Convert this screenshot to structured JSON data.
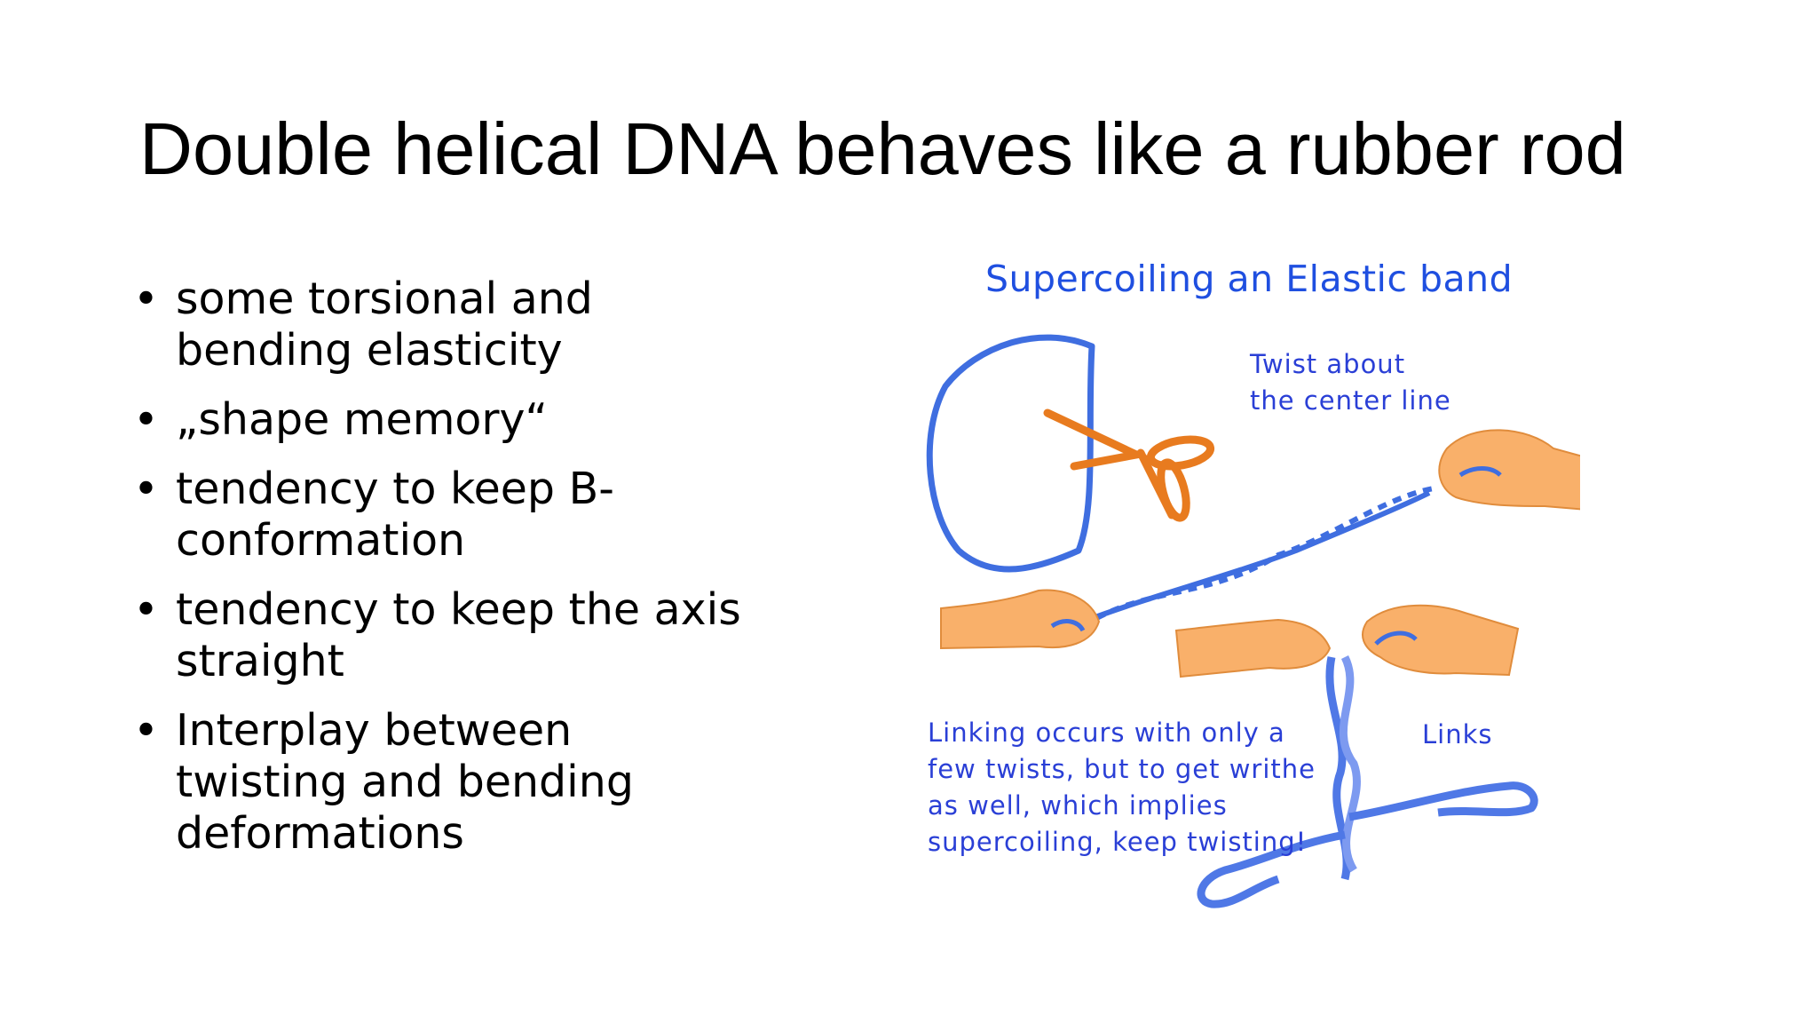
{
  "slide": {
    "title": "Double helical DNA behaves like a rubber rod",
    "bullets": [
      {
        "dot": "•",
        "lines": [
          "some torsional and",
          "bending elasticity"
        ]
      },
      {
        "dot": "•",
        "lines": [
          "„shape memory“"
        ]
      },
      {
        "dot": "•",
        "lines": [
          "tendency to keep B-",
          "conformation"
        ]
      },
      {
        "dot": "•",
        "lines": [
          "tendency to keep the axis",
          "straight"
        ]
      },
      {
        "dot": "•",
        "lines": [
          "Interplay between",
          "twisting and bending",
          "deformations"
        ]
      }
    ]
  },
  "figure": {
    "title": "Supercoiling an Elastic band",
    "twist_label": [
      "Twist about",
      "the center line"
    ],
    "linking_text": [
      "Linking occurs with only a",
      "few twists, but to get writhe",
      "as well, which implies",
      "supercoiling, keep twisting!"
    ],
    "links_label": "Links",
    "colors": {
      "band": "#3f6ee0",
      "band_light": "#7d9af0",
      "hand": "#f9b06a",
      "hand_outline": "#e08c3c",
      "scissors": "#e87b1f",
      "text": "#2a3fd6"
    }
  }
}
